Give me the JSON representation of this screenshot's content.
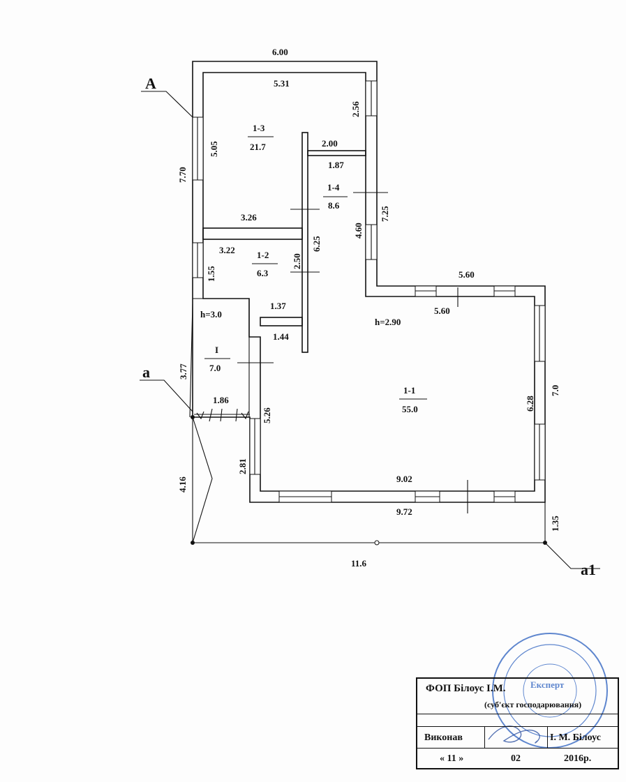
{
  "plan": {
    "marks": {
      "A": "A",
      "a": "a",
      "a1": "a1"
    },
    "dims": {
      "top_outer": "6.00",
      "r13_top": "5.31",
      "r13_right": "2.56",
      "r13_left": "5.05",
      "outer_left": "7.70",
      "r14_top": "2.00",
      "r14_w": "1.87",
      "r14_right_outer": "7.25",
      "r14_right": "4.60",
      "r13_bottom": "3.26",
      "r12_partition": "6.25",
      "r12_top": "3.22",
      "r12_h": "2.50",
      "r12_left": "1.55",
      "r11_top_outer": "5.60",
      "r11_top": "5.60",
      "hall_w": "1.37",
      "hall_w2": "1.44",
      "porch_left": "3.77",
      "porch_w": "1.86",
      "r11_left": "5.26",
      "r11_right": "6.28",
      "r11_right_outer": "7.0",
      "step": "2.81",
      "r11_bottom": "9.02",
      "r11_bottom_outer": "9.72",
      "porch_h": "4.16",
      "base_total": "11.6",
      "right_offset": "1.35"
    },
    "heights": {
      "porch": "h=3.0",
      "main": "h=2.90"
    },
    "rooms": [
      {
        "id": "1-3",
        "area": "21.7"
      },
      {
        "id": "1-4",
        "area": "8.6"
      },
      {
        "id": "1-2",
        "area": "6.3"
      },
      {
        "id": "I",
        "area": "7.0"
      },
      {
        "id": "1-1",
        "area": "55.0"
      }
    ]
  },
  "stamp": {
    "org": "ФОП  Білоус І.М.",
    "subject": "(суб'єкт господарювання)",
    "executed_label": "Виконав",
    "executor": "І. М. Білоус",
    "date_day": "«  11  »",
    "date_month": "02",
    "date_year": "2016р.",
    "seal_text": "Експерт"
  }
}
